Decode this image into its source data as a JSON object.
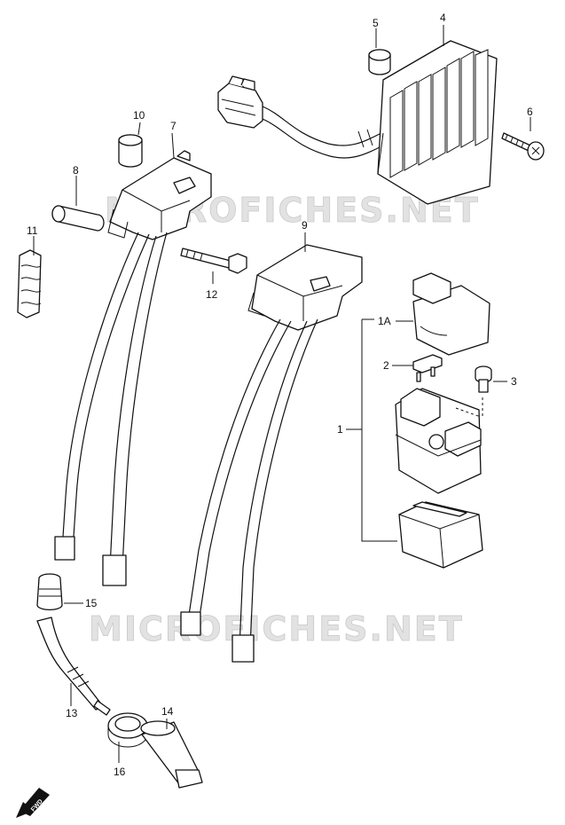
{
  "watermark": {
    "text_top": "MICROFICHES.NET",
    "text_bottom": "MICROFICHES.NET"
  },
  "labels": {
    "p1": "1",
    "p1a": "1A",
    "p2": "2",
    "p3": "3",
    "p4": "4",
    "p5": "5",
    "p6": "6",
    "p7": "7",
    "p8": "8",
    "p9": "9",
    "p10": "10",
    "p11": "11",
    "p12": "12",
    "p13": "13",
    "p14": "14",
    "p15": "15",
    "p16": "16"
  },
  "fwd_badge": "FWD",
  "colors": {
    "line": "#111111",
    "watermark_fill": "#e2e2e2",
    "background": "#ffffff"
  },
  "icons": {
    "regulator": "regulator-rectifier-icon",
    "ignition_coil_front": "ignition-coil-icon",
    "ignition_coil_rear": "ignition-coil-icon",
    "starter_relay": "starter-relay-icon",
    "fuse": "fuse-icon",
    "plug_cap": "spark-plug-cap-icon",
    "fwd": "fwd-arrow-icon"
  }
}
